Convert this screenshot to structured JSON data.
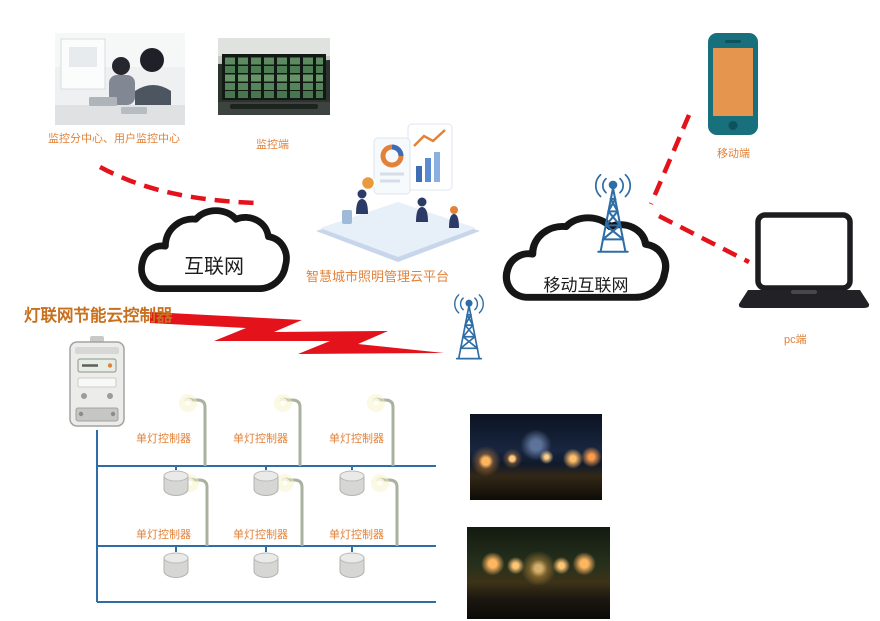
{
  "labels": {
    "monitor_center": "监控分中心、用户监控中心",
    "monitor_terminal": "监控端",
    "platform": "智慧城市照明管理云平台",
    "mobile": "移动端",
    "internet": "互联网",
    "mobile_internet": "移动互联网",
    "pc": "pc端",
    "controller_title": "灯联网节能云控制器",
    "lamp_controllers": [
      "单灯控制器",
      "单灯控制器",
      "单灯控制器",
      "单灯控制器",
      "单灯控制器",
      "单灯控制器"
    ]
  },
  "colors": {
    "label_orange": "#E2823A",
    "title_orange": "#C8701E",
    "line_red": "#E3121B",
    "network_blue": "#2E6DA5",
    "antenna_blue": "#2E6DA5",
    "cloud_outline": "#161616",
    "phone_teal": "#17707C",
    "phone_screen_orange": "#E6954F"
  }
}
